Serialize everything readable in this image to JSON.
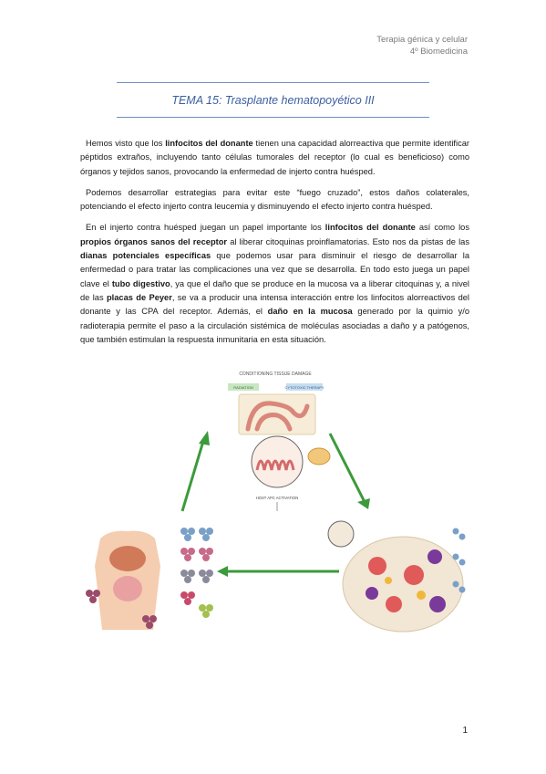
{
  "header": {
    "line1": "Terapia génica y celular",
    "line2": "4º Biomedicina"
  },
  "title": "TEMA 15: Trasplante hematopoyético III",
  "paragraphs": [
    [
      {
        "t": "Hemos visto que los "
      },
      {
        "t": "linfocitos del donante",
        "b": true
      },
      {
        "t": " tienen una capacidad alorreactiva que permite identificar péptidos extraños, incluyendo tanto células tumorales del receptor (lo cual es beneficioso) como órganos y tejidos sanos, provocando la enfermedad de injerto contra huésped."
      }
    ],
    [
      {
        "t": "Podemos desarrollar estrategias para evitar este “fuego cruzado”, estos daños colaterales, potenciando el efecto injerto contra leucemia y disminuyendo el efecto injerto contra huésped."
      }
    ],
    [
      {
        "t": "En el injerto contra huésped juegan un papel importante los "
      },
      {
        "t": "linfocitos del donante",
        "b": true
      },
      {
        "t": " así como los "
      },
      {
        "t": "propios órganos sanos del receptor",
        "b": true
      },
      {
        "t": " al liberar citoquinas proinflamatorias. Esto nos da pistas de las "
      },
      {
        "t": "dianas potenciales específicas",
        "b": true
      },
      {
        "t": " que podemos usar para disminuir el riesgo de desarrollar la enfermedad o para tratar las complicaciones una vez que se desarrolla. En todo esto juega un papel clave el "
      },
      {
        "t": "tubo digestivo",
        "b": true
      },
      {
        "t": ", ya que el daño que se produce en la mucosa va a liberar citoquinas y, a nivel de las "
      },
      {
        "t": "placas de Peyer",
        "b": true
      },
      {
        "t": ", se va a producir una intensa interacción entre los linfocitos alorreactivos del donante y las CPA del receptor. Además, el "
      },
      {
        "t": "daño en la mucosa",
        "b": true
      },
      {
        "t": " generado por la quimio y/o radioterapia permite el paso a la circulación sistémica de moléculas asociadas a daño y a patógenos, que también estimulan la respuesta inmunitaria en esta situación."
      }
    ]
  ],
  "figure": {
    "top_label": "CONDITIONING TISSUE DAMAGE",
    "tag_left": "RADIATION",
    "tag_right": "CYTOTOXIC THERAPY",
    "center_label": "HOST APC ACTIVATION",
    "colors": {
      "arrow": "#3c9a3c",
      "tissue": "#d46a6a",
      "bg": "#f6ecd8"
    }
  },
  "page_number": "1"
}
